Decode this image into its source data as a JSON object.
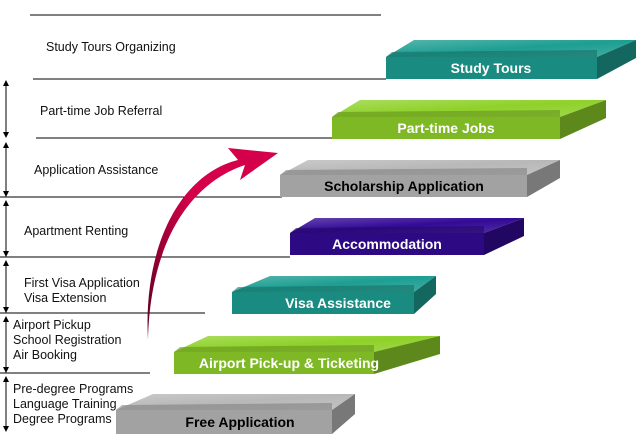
{
  "services": [
    {
      "id": "study-tours",
      "lines": [
        "Study Tours Organizing"
      ]
    },
    {
      "id": "part-time-job-referral",
      "lines": [
        "Part-time Job Referral"
      ]
    },
    {
      "id": "application-assistance",
      "lines": [
        "Application Assistance"
      ]
    },
    {
      "id": "apartment-renting",
      "lines": [
        "Apartment Renting"
      ]
    },
    {
      "id": "visa",
      "lines": [
        "First Visa Application",
        "Visa Extension"
      ]
    },
    {
      "id": "airport",
      "lines": [
        "Airport Pickup",
        "School Registration",
        "Air Booking"
      ]
    },
    {
      "id": "programs",
      "lines": [
        "Pre-degree Programs",
        "Language Training",
        "Degree Programs"
      ]
    }
  ],
  "steps": [
    {
      "id": "free-application",
      "label": "Free Application",
      "color": "#b8b8b8",
      "text_color": "#000000"
    },
    {
      "id": "airport-pickup-ticketing",
      "label": "Airport Pick-up & Ticketing",
      "color": "#8fd12a",
      "text_color": "#ffffff"
    },
    {
      "id": "visa-assistance",
      "label": "Visa Assistance",
      "color": "#1e9e92",
      "text_color": "#ffffff"
    },
    {
      "id": "accommodation",
      "label": "Accommodation",
      "color": "#330a96",
      "text_color": "#ffffff"
    },
    {
      "id": "scholarship-application",
      "label": "Scholarship Application",
      "color": "#b8b8b8",
      "text_color": "#000000"
    },
    {
      "id": "part-time-jobs",
      "label": "Part-time Jobs",
      "color": "#8fd12a",
      "text_color": "#ffffff"
    },
    {
      "id": "study-tours",
      "label": "Study Tours",
      "color": "#1e9e92",
      "text_color": "#ffffff"
    }
  ],
  "colors": {
    "arrow": "#d4004a",
    "arrow_shade": "#5a0020",
    "rule": "#000000"
  }
}
